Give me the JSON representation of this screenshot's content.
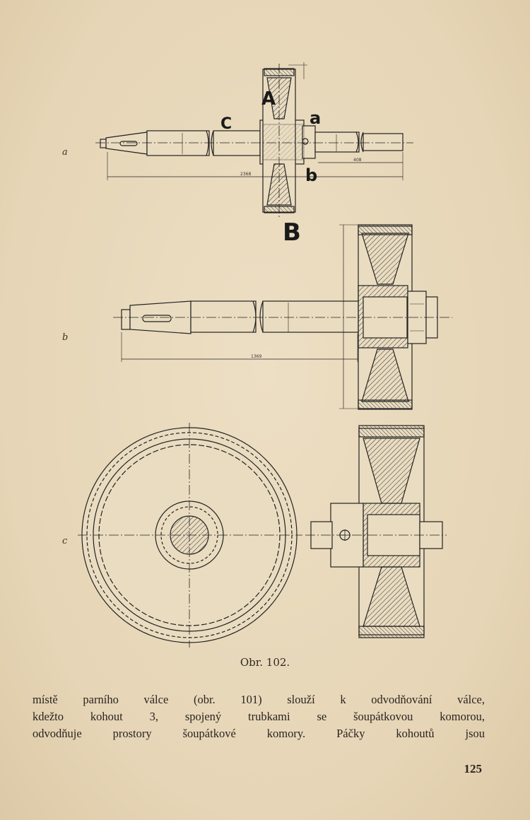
{
  "figure": {
    "caption": "Obr. 102.",
    "subfigure_labels": [
      "a",
      "b",
      "c"
    ],
    "handwritten_marks": [
      "A",
      "B",
      "C",
      "a",
      "b"
    ],
    "dimensions": {
      "a_total": "2368",
      "a_right": "408",
      "b_total": "1369"
    }
  },
  "text": {
    "lines": [
      "místě parního válce (obr. 101) slouží k odvodňování válce,",
      "kdežto kohout 3, spojený trubkami se šoupátkovou komorou,",
      "odvodňuje prostory šoupátkové komory. Páčky kohoutů jsou"
    ]
  },
  "page_number": "125"
}
